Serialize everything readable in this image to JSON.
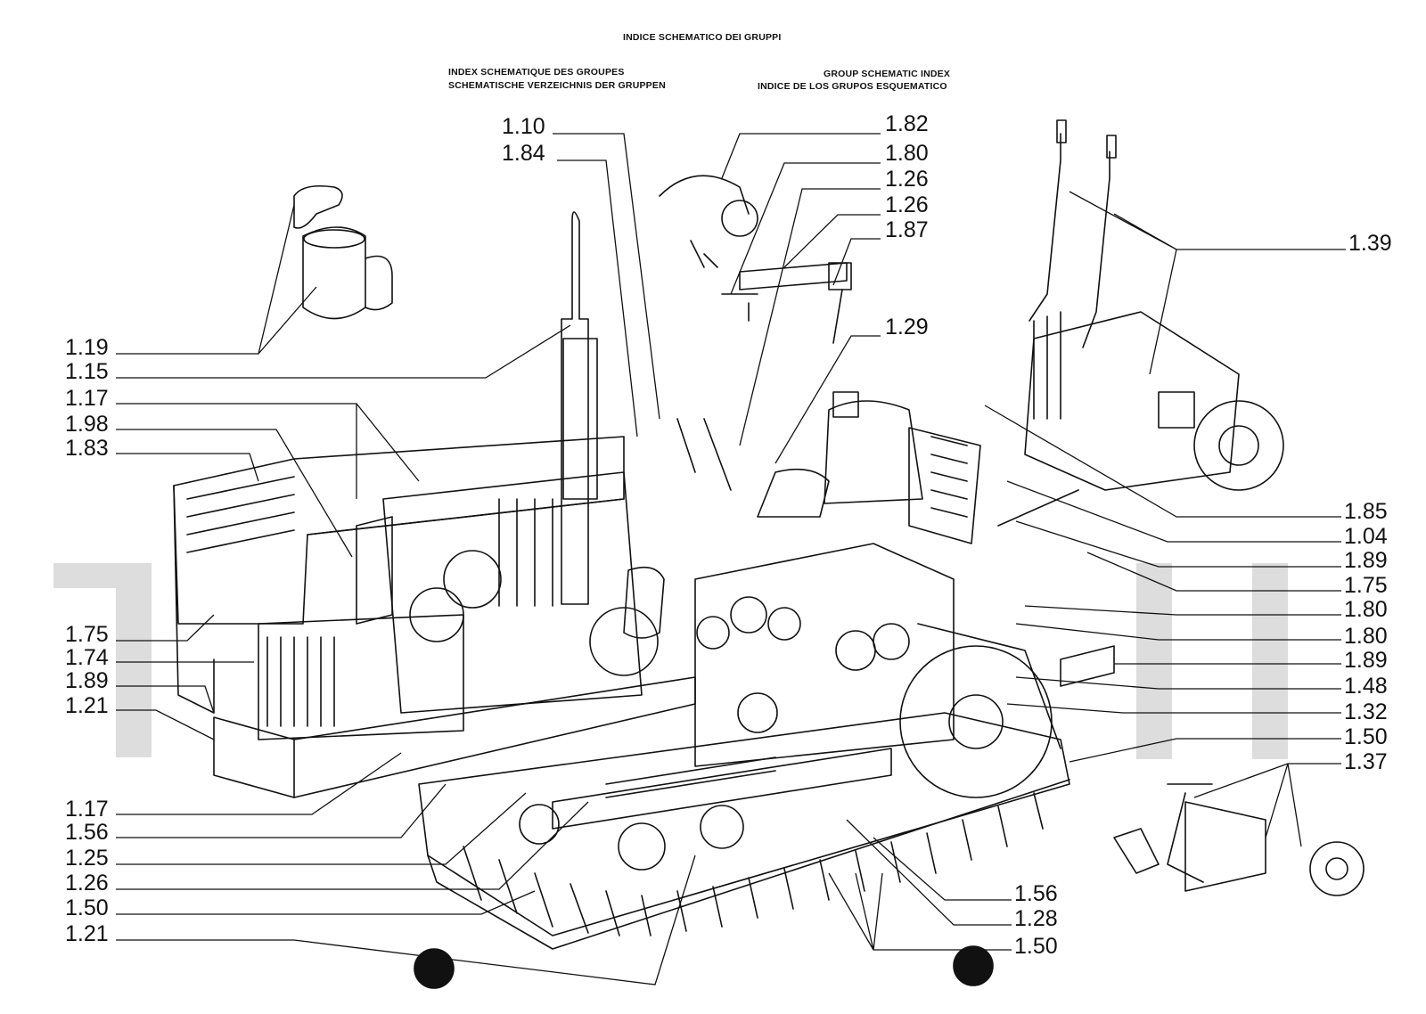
{
  "header": {
    "title_it": "INDICE SCHEMATICO DEI GRUPPI",
    "title_fr": "INDEX SCHEMATIQUE DES GROUPES",
    "title_de": "SCHEMATISCHE VERZEICHNIS DER GRUPPEN",
    "title_en": "GROUP SCHEMATIC INDEX",
    "title_es": "INDICE DE LOS GRUPOS ESQUEMATICO"
  },
  "diagram": {
    "description_labels_left": [
      "1.19",
      "1.15",
      "1.17",
      "1.98",
      "1.83",
      "1.75",
      "1.74",
      "1.89",
      "1.21",
      "1.17",
      "1.56",
      "1.25",
      "1.26",
      "1.50",
      "1.21"
    ],
    "description_labels_top": [
      "1.10",
      "1.84",
      "1.82",
      "1.80",
      "1.26",
      "1.26",
      "1.87",
      "1.29"
    ],
    "description_labels_right": [
      "1.39",
      "1.85",
      "1.04",
      "1.89",
      "1.75",
      "1.80",
      "1.80",
      "1.89",
      "1.48",
      "1.32",
      "1.50",
      "1.37"
    ],
    "description_labels_bottom": [
      "1.56",
      "1.28",
      "1.50"
    ]
  }
}
